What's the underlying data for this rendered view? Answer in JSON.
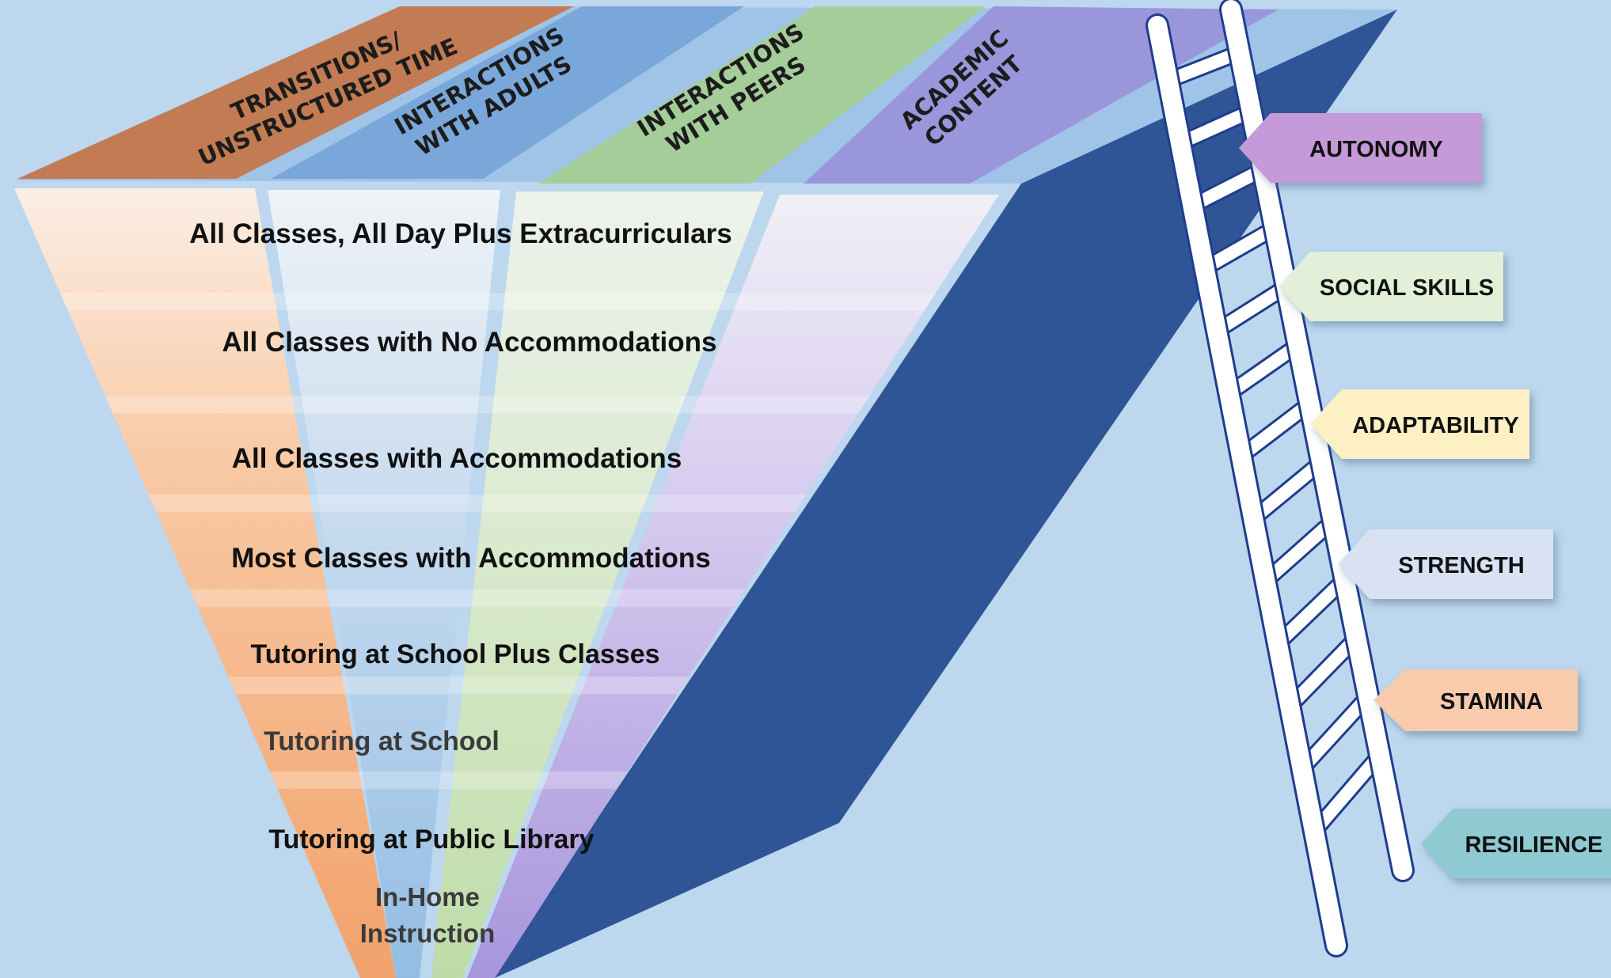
{
  "columns": [
    {
      "id": "transitions",
      "lines": [
        "TRANSITIONS/",
        "UNSTRUCTURED TIME"
      ],
      "color": "#c27b52"
    },
    {
      "id": "adults",
      "lines": [
        "INTERACTIONS",
        "WITH ADULTS"
      ],
      "color": "#7aa7d9"
    },
    {
      "id": "peers",
      "lines": [
        "INTERACTIONS",
        "WITH PEERS"
      ],
      "color": "#a4cd9a"
    },
    {
      "id": "academic",
      "lines": [
        "ACADEMIC",
        "CONTENT"
      ],
      "color": "#9a96dc"
    }
  ],
  "levels": [
    "All Classes, All Day Plus Extracurriculars",
    "All Classes with No Accommodations",
    "All Classes with Accommodations",
    "Most Classes with Accommodations",
    "Tutoring at School Plus Classes",
    "Tutoring at School",
    "Tutoring at Public Library",
    [
      "In-Home",
      "Instruction"
    ]
  ],
  "ladder_tags": [
    {
      "label": "AUTONOMY",
      "color": "#c49ad8"
    },
    {
      "label": "SOCIAL SKILLS",
      "color": "#e2efd9"
    },
    {
      "label": "ADAPTABILITY",
      "color": "#fdf0c4"
    },
    {
      "label": "STRENGTH",
      "color": "#d8e2f3"
    },
    {
      "label": "STAMINA",
      "color": "#f8cbad"
    },
    {
      "label": "RESILIENCE",
      "color": "#8fcad2"
    }
  ],
  "colors": {
    "background": "#bcd7ee",
    "side_face": "#2f5597",
    "top_face": "#9fc4e8",
    "orange_band": "#f4b183",
    "blue_band": "#9dc3e6",
    "green_band": "#c5e0b4",
    "purple_band": "#b4a7e0"
  }
}
